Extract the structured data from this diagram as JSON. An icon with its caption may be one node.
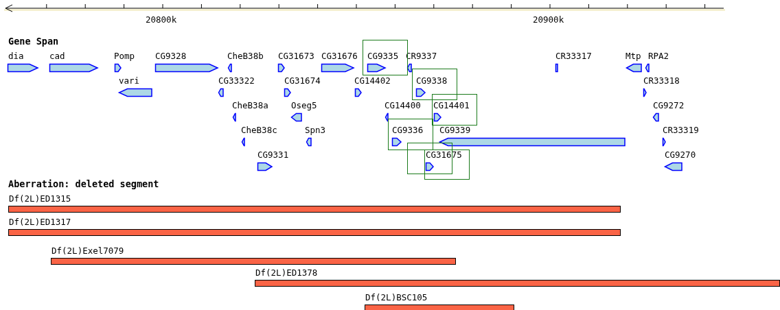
{
  "diagram": {
    "nodes": [
      {
        "text": [
          "dia"
        ]
      },
      {
        "text": [
          "cad"
        ]
      },
      {
        "text": [
          "Pomp"
        ]
      },
      {
        "text": [
          "CG9328"
        ]
      },
      {
        "text": [
          "CheB38b"
        ]
      },
      {
        "text": [
          "CG31673"
        ]
      },
      {
        "text": [
          "CG31676"
        ]
      },
      {
        "text": [
          "CG9335"
        ]
      },
      {
        "text": [
          "CR9337"
        ]
      },
      {
        "text": [
          "CR33317"
        ]
      },
      {
        "text": [
          "Mtp"
        ]
      },
      {
        "text": [
          "RPA2"
        ]
      },
      {
        "text": [
          "vari"
        ]
      },
      {
        "text": [
          "CG33322"
        ]
      },
      {
        "text": [
          "CG31674"
        ]
      },
      {
        "text": [
          "CG14402"
        ]
      },
      {
        "text": [
          "CG9338"
        ]
      },
      {
        "text": [
          "CR33318"
        ]
      },
      {
        "text": [
          "CheB38a"
        ]
      },
      {
        "text": [
          "Oseg5"
        ]
      },
      {
        "text": [
          "CG14400"
        ]
      },
      {
        "text": [
          "CG14401"
        ]
      },
      {
        "text": [
          "CG9272"
        ]
      },
      {
        "text": [
          "CheB38c"
        ]
      },
      {
        "text": [
          "Spn3"
        ]
      },
      {
        "text": [
          "CG9336"
        ]
      },
      {
        "text": [
          "CG9339"
        ]
      },
      {
        "text": [
          "CR33319"
        ]
      },
      {
        "text": [
          "CG9331"
        ]
      },
      {
        "text": [
          "CG31675"
        ]
      },
      {
        "text": [
          "CG9270"
        ]
      },
      {
        "text": [
          "Df(2L)ED1315"
        ]
      },
      {
        "text": [
          "Df(2L)ED1317"
        ]
      },
      {
        "text": [
          "Df(2L)Exel7079"
        ]
      },
      {
        "text": [
          "Df(2L)ED1378"
        ]
      },
      {
        "text": [
          "Df(2L)BSC105"
        ]
      }
    ],
    "labels": [
      "20800k",
      "20900k",
      "Gene Span",
      "Aberration: deleted segment"
    ]
  }
}
